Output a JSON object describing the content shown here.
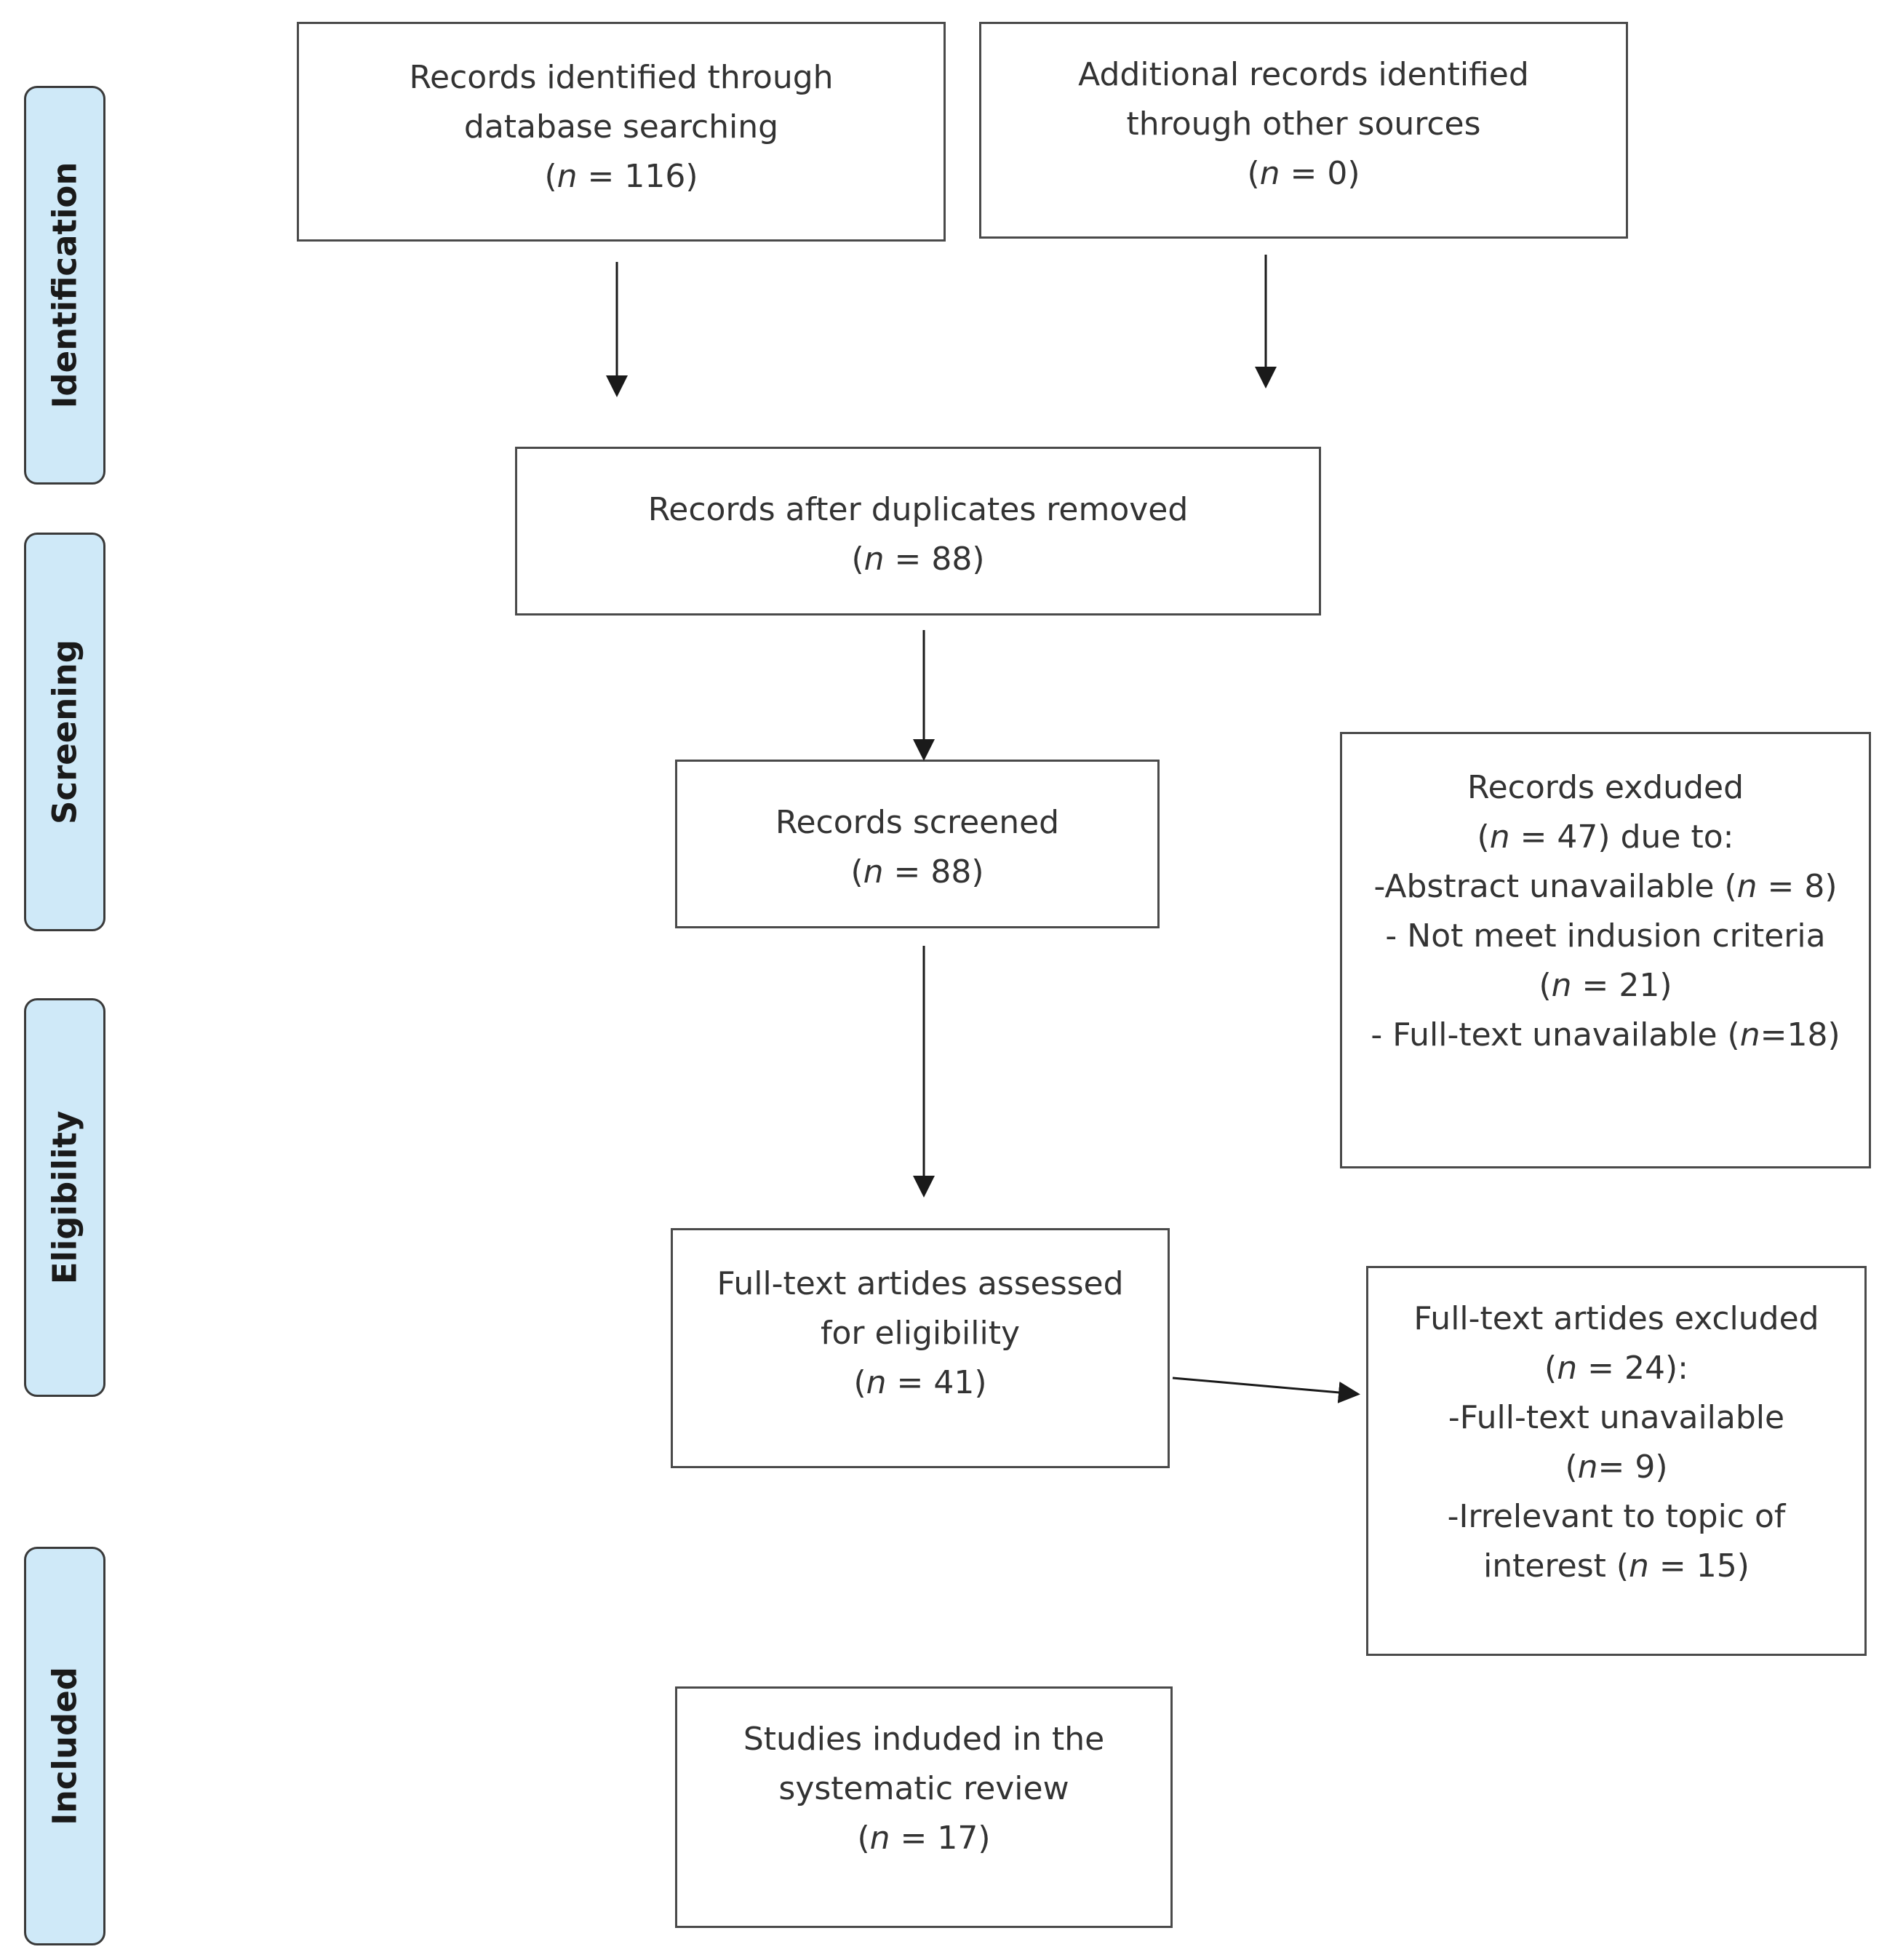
{
  "stages": {
    "identification": "Identification",
    "screening": "Screening",
    "eligibility": "Eligibility",
    "included": "Included"
  },
  "boxes": {
    "database": {
      "line1": "Records identified through",
      "line2": "database searching",
      "n_prefix": "(",
      "n_var": "n",
      "n_suffix": " = 116)"
    },
    "other_sources": {
      "line1": "Additional records identified",
      "line2": "through other sources",
      "n_prefix": "(",
      "n_var": "n",
      "n_suffix": " =  0)"
    },
    "duplicates_removed": {
      "line1": "Records after duplicates removed",
      "n_prefix": "(",
      "n_var": "n",
      "n_suffix": " = 88)"
    },
    "screened": {
      "line1": "Records screened",
      "n_prefix": "(",
      "n_var": "n",
      "n_suffix": " = 88)"
    },
    "records_excluded": {
      "line1": "Records exduded",
      "line2_prefix": "(",
      "line2_var": "n",
      "line2_suffix": " = 47) due to:",
      "line3_prefix": "-Abstract unavailable (",
      "line3_var": "n",
      "line3_suffix": " = 8)",
      "line4": "- Not meet indusion criteria",
      "line5_prefix": "(",
      "line5_var": "n",
      "line5_suffix": " = 21)",
      "line6_prefix": "- Full-text unavailable (",
      "line6_var": "n",
      "line6_suffix": "=18)"
    },
    "fulltext_assessed": {
      "line1": "Full-text artides assessed",
      "line2": "for eligibility",
      "n_prefix": "(",
      "n_var": "n",
      "n_suffix": " = 41)"
    },
    "fulltext_excluded": {
      "line1": "Full-text artides excluded",
      "line2_prefix": "(",
      "line2_var": "n",
      "line2_suffix": " = 24):",
      "line3": "-Full-text unavailable",
      "line4_prefix": "(",
      "line4_var": "n",
      "line4_suffix": "= 9)",
      "line5": "-Irrelevant to topic of",
      "line6_prefix": "interest (",
      "line6_var": "n",
      "line6_suffix": " = 15)"
    },
    "included": {
      "line1": "Studies induded in the",
      "line2": "systematic review",
      "n_prefix": "(",
      "n_var": "n",
      "n_suffix": " = 17)"
    }
  },
  "colors": {
    "stage_fill": "#cfe9f8",
    "border": "#4a4a4a",
    "arrow": "#1a1a1a"
  }
}
